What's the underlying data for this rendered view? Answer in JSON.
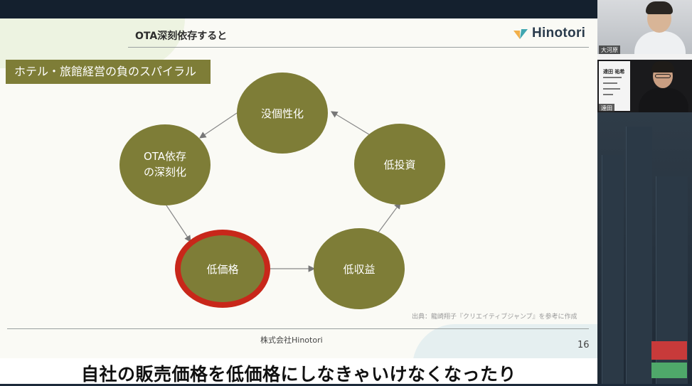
{
  "slide": {
    "title": "OTA深刻依存すると",
    "logo_text": "Hinotori",
    "label": "ホテル・旅館経営の負のスパイラル",
    "nodes": {
      "top": "没個性化",
      "right_upper": "低投資",
      "right_lower": "低収益",
      "bottom_left": "低価格",
      "left_line1": "OTA依存",
      "left_line2": "の深刻化"
    },
    "highlighted_node": "低価格",
    "highlight_color": "#c8271a",
    "node_color": "#7e7d37",
    "source_note": "出典：龍崎翔子『クリエイティブジャンプ』を参考に作成",
    "company": "株式会社Hinotori",
    "page_number": "16"
  },
  "participants": [
    {
      "name": "大河原"
    },
    {
      "name": "達田",
      "card_name": "達田 祐希"
    }
  ],
  "subtitle": "自社の販売価格を低価格にしなきゃいけなくなったり"
}
